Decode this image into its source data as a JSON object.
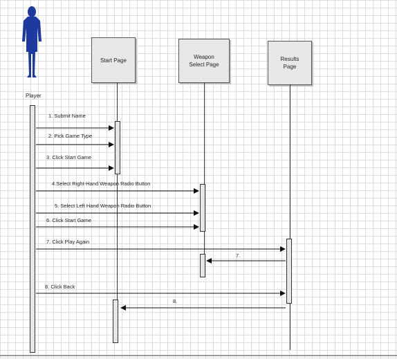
{
  "actor": {
    "label": "Player",
    "color": "#1f3a9e"
  },
  "lifelines": {
    "start": {
      "label": "Start Page"
    },
    "weapon": {
      "label": "Weapon Select Page"
    },
    "results": {
      "label": "Results Page"
    }
  },
  "messages": [
    {
      "label": "1. Submit Name"
    },
    {
      "label": "2. Pick Game Type"
    },
    {
      "label": "3. Click Start Game"
    },
    {
      "label": "4.Select Right-Hand Weapon Radio Button"
    },
    {
      "label": "5. Select Left Hand Weapon Radio Button"
    },
    {
      "label": "6. Click Start Game"
    },
    {
      "label": "7. Click Play Again"
    },
    {
      "label": "7."
    },
    {
      "label": "8. Click Back"
    },
    {
      "label": "8."
    }
  ]
}
